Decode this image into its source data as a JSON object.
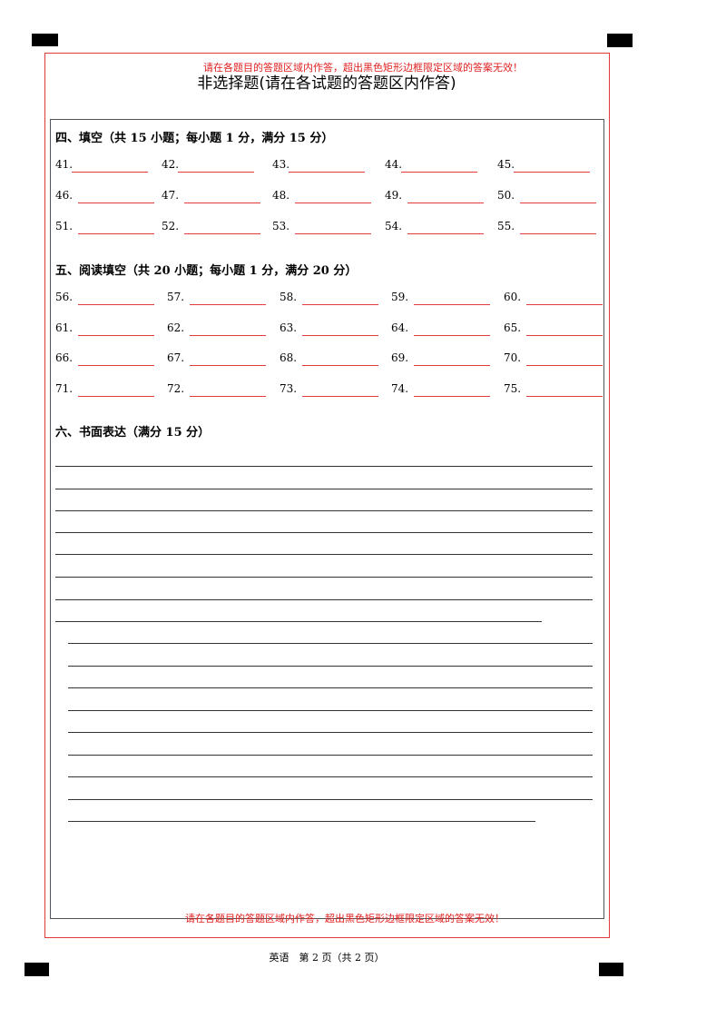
{
  "warning_text": "请在各题目的答题区域内作答，超出黑色矩形边框限定区域的答案无效！",
  "page_title": "非选择题(请在各试题的答题区内作答)",
  "section4": {
    "title": "四、填空（共 15 小题；每小题 1 分，满分 15 分）",
    "items": [
      "41.",
      "42.",
      "43.",
      "44.",
      "45.",
      "46.",
      "47.",
      "48.",
      "49.",
      "50.",
      "51.",
      "52.",
      "53.",
      "54.",
      "55."
    ]
  },
  "section5": {
    "title": "五、阅读填空（共 20 小题；每小题 1 分，满分 20 分）",
    "items": [
      "56.",
      "57.",
      "58.",
      "59.",
      "60.",
      "61.",
      "62.",
      "63.",
      "64.",
      "65.",
      "66.",
      "67.",
      "68.",
      "69.",
      "70.",
      "71.",
      "72.",
      "73.",
      "74.",
      "75."
    ]
  },
  "section6": {
    "title": "六、书面表达（满分 15 分）"
  },
  "footer": "英语　第 2 页（共 2 页）",
  "colors": {
    "accent_red": "#e23a3a",
    "text": "#000000"
  }
}
